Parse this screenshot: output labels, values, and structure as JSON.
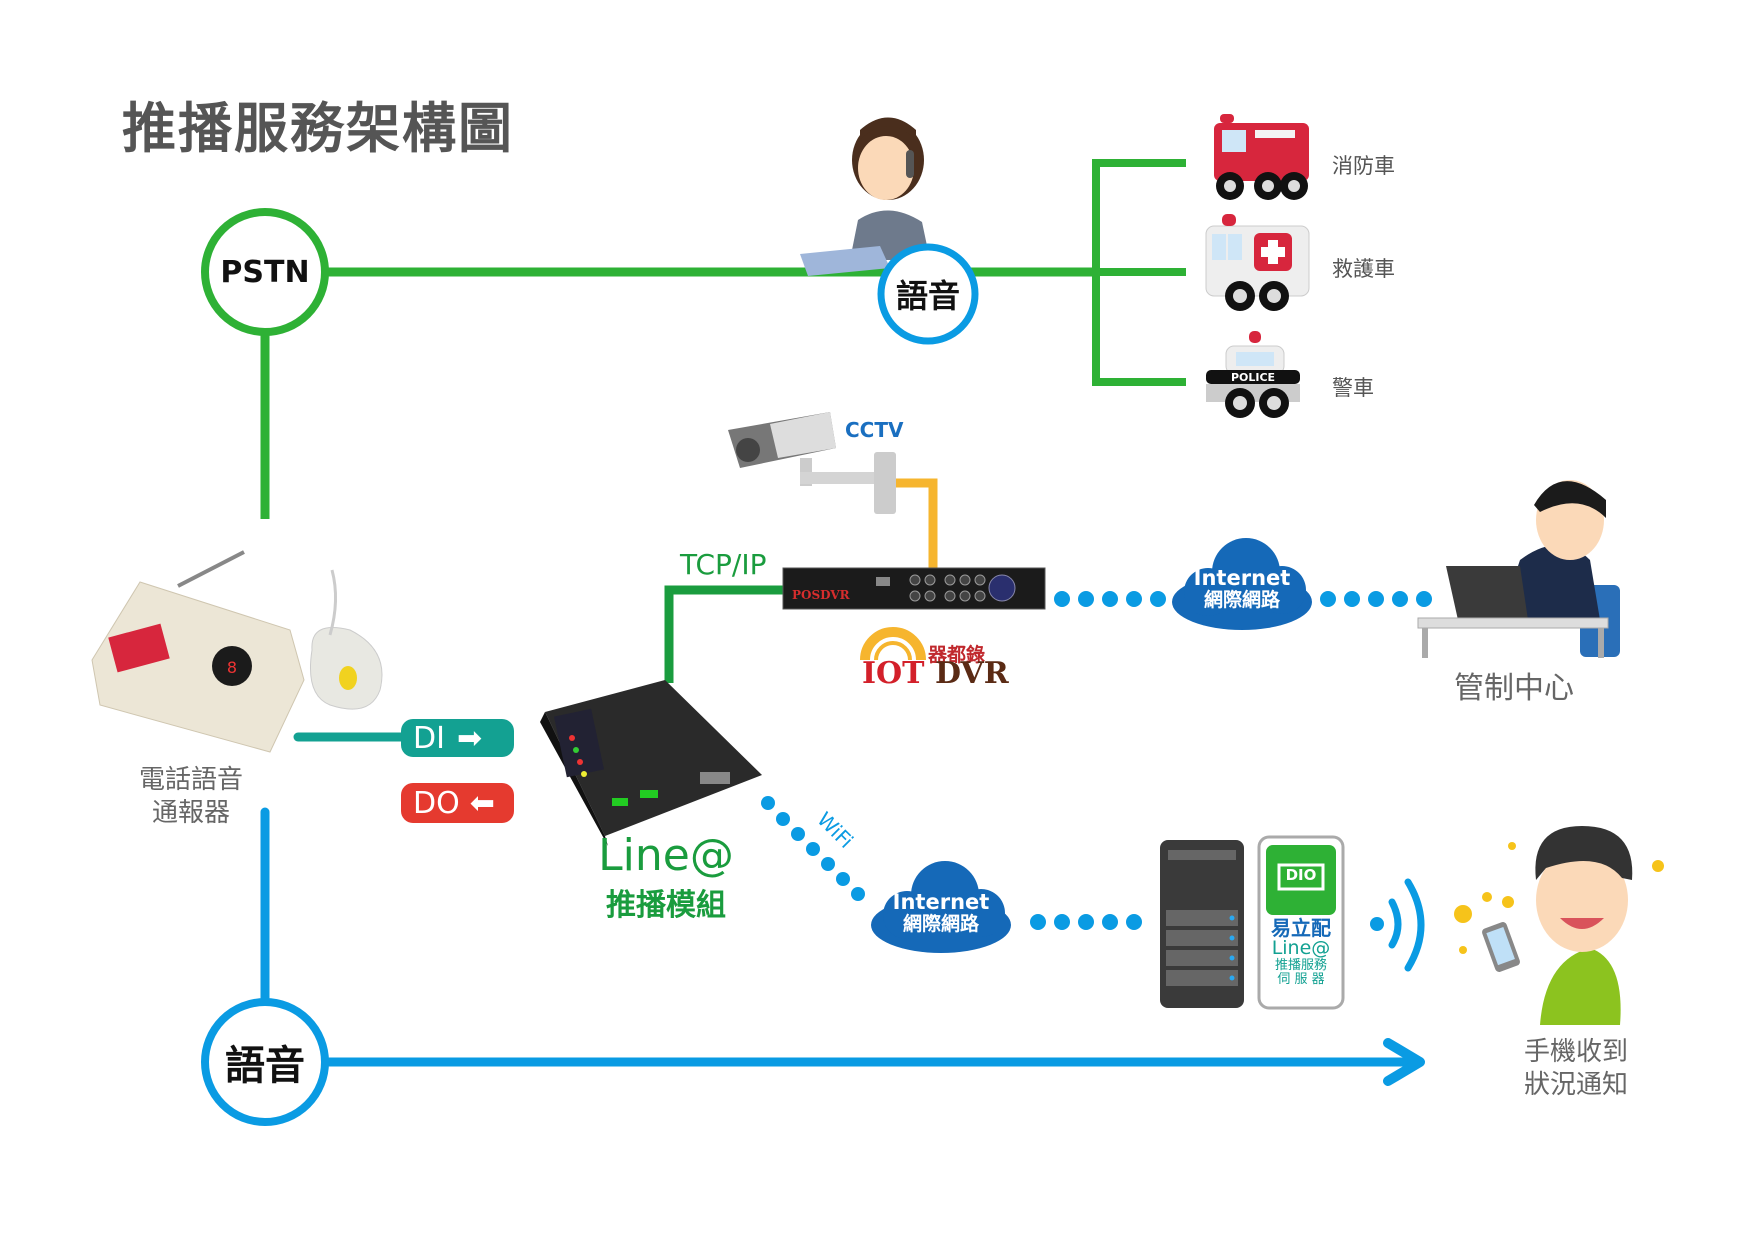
{
  "title": "推播服務架構圖",
  "pstn": {
    "label": "PSTN"
  },
  "voice_top": {
    "label": "語音"
  },
  "voice_bottom": {
    "label": "語音"
  },
  "vehicles": [
    {
      "label": "消防車",
      "icon": "fire-truck-icon"
    },
    {
      "label": "救護車",
      "icon": "ambulance-icon"
    },
    {
      "label": "警車",
      "icon": "police-car-icon"
    }
  ],
  "cctv": {
    "label": "CCTV"
  },
  "dvr": {
    "brand": "POSDVR",
    "logo_cn": "器都錄",
    "logo_iot": "IOT",
    "logo_dvr": "DVR"
  },
  "tcpip": {
    "label": "TCP/IP"
  },
  "internet_cloud": {
    "line1": "Internet",
    "line2": "網際網路"
  },
  "control_center": {
    "label": "管制中心"
  },
  "alarm_device": {
    "line1": "電話語音",
    "line2": "通報器"
  },
  "di": {
    "label": "DI"
  },
  "do": {
    "label": "DO"
  },
  "line_module": {
    "line1": "Line@",
    "line2": "推播模組"
  },
  "wifi": {
    "label": "WiFi"
  },
  "server_badge": {
    "logo": "DIO",
    "line1": "易立配",
    "line2": "Line@",
    "line3": "推播服務",
    "line4": "伺 服 器"
  },
  "phone": {
    "line1": "手機收到",
    "line2": "狀況通知"
  },
  "colors": {
    "green": "#2eb135",
    "blue": "#0a9be3",
    "teal": "#13a192",
    "red": "#e53a2f",
    "orange": "#f6b52e",
    "cloud": "#1569b8"
  }
}
